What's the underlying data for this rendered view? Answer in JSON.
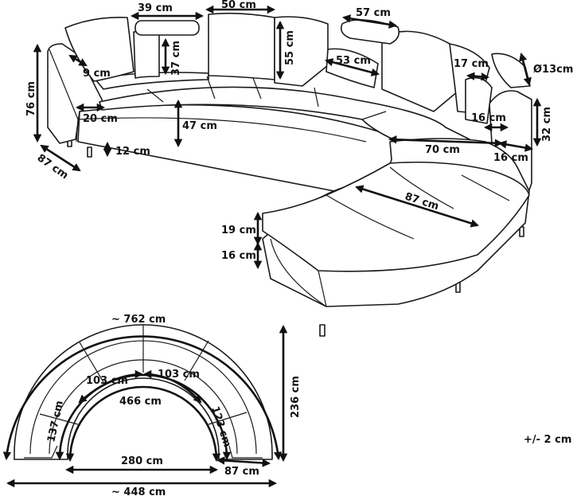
{
  "dimensions": {
    "armrest_width": "9 cm",
    "back_height_total": "76 cm",
    "armrest_depth": "20 cm",
    "depth": "87 cm",
    "leg_height": "12 cm",
    "seat_height": "47 cm",
    "pillow_width": "39 cm",
    "pillow_height": "37 cm",
    "back_cushion_width": "50 cm",
    "back_cushion_height": "55 cm",
    "headrest_width": "57 cm",
    "headrest_depth": "53 cm",
    "end_back_width": "17 cm",
    "bolster_diameter": "Ø13cm",
    "end_seat_width": "16 cm",
    "end_height": "32 cm",
    "seat_depth": "70 cm",
    "end_arm_width": "16 cm",
    "chaise_length": "87 cm",
    "chaise_cushion_height": "19 cm",
    "chaise_base_height": "16 cm"
  },
  "plan": {
    "outer_arc": "~ 762 cm",
    "section_left": "103 cm",
    "section_right": "103 cm",
    "inner_arc": "466 cm",
    "end_left": "137 cm",
    "end_right": "123 cm",
    "inner_width": "280 cm",
    "total_depth": "236 cm",
    "total_width": "~ 448 cm",
    "end_depth": "87 cm"
  },
  "tolerance": "+/- 2 cm"
}
